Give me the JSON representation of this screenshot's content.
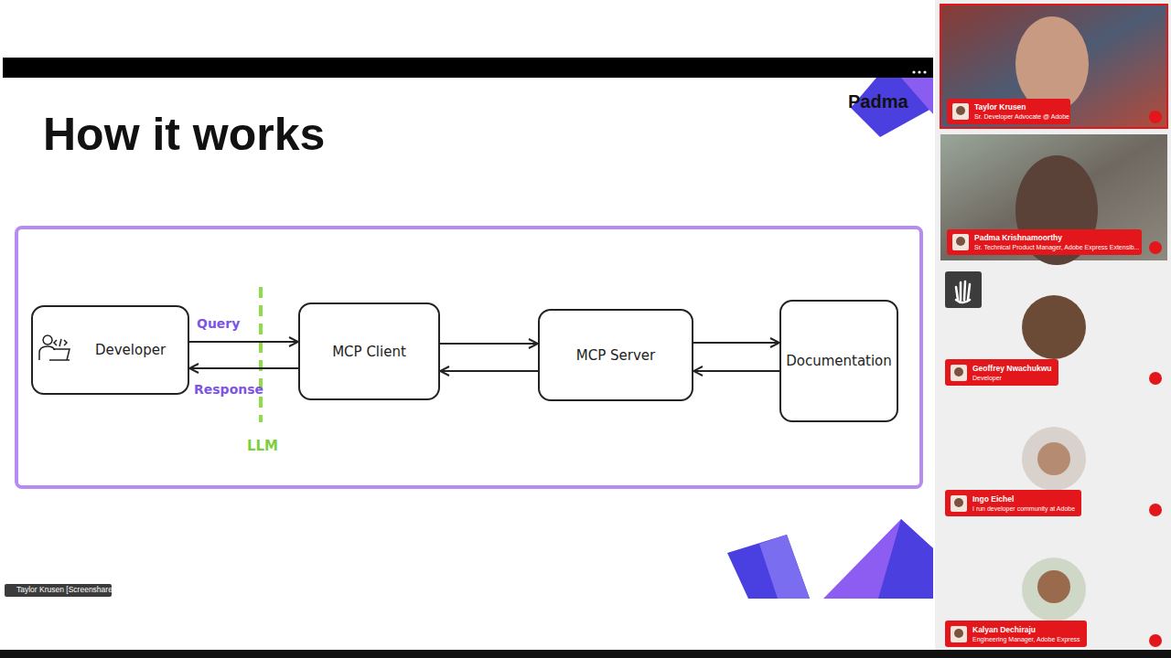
{
  "diagram": {
    "title": "How it works",
    "nodes": [
      {
        "text": [
          "Developer"
        ]
      },
      {
        "text": [
          "MCP Client"
        ]
      },
      {
        "text": [
          "MCP Server"
        ]
      },
      {
        "text": [
          "Documentation"
        ]
      },
      {
        "text": [
          "Taylor Krusen",
          "Sr. Developer Advocate @ Adobe"
        ]
      },
      {
        "text": [
          "Padma Krishnamoorthy",
          "Sr. Technical Product Manager, Adobe Express Extensib..."
        ]
      },
      {
        "text": [
          "Geoffrey Nwachukwu",
          "Developer"
        ]
      },
      {
        "text": [
          "Ingo Eichel",
          "I run developer community at Adobe"
        ]
      },
      {
        "text": [
          "Kalyan Dechiraju",
          "Engineering Manager, Adobe Express"
        ]
      }
    ],
    "edges": [
      {
        "from": 0,
        "to": 1,
        "label": "Query",
        "arrow": "to"
      },
      {
        "from": 1,
        "to": 0,
        "label": "Response",
        "arrow": "to"
      },
      {
        "from": 1,
        "to": 2,
        "arrow": "to"
      },
      {
        "from": 2,
        "to": 1,
        "arrow": "to"
      },
      {
        "from": 2,
        "to": 3,
        "arrow": "to"
      },
      {
        "from": 3,
        "to": 2,
        "arrow": "to"
      }
    ],
    "labels": [
      "Padma",
      "LLM",
      "Taylor Krusen [Screenshare]"
    ]
  }
}
